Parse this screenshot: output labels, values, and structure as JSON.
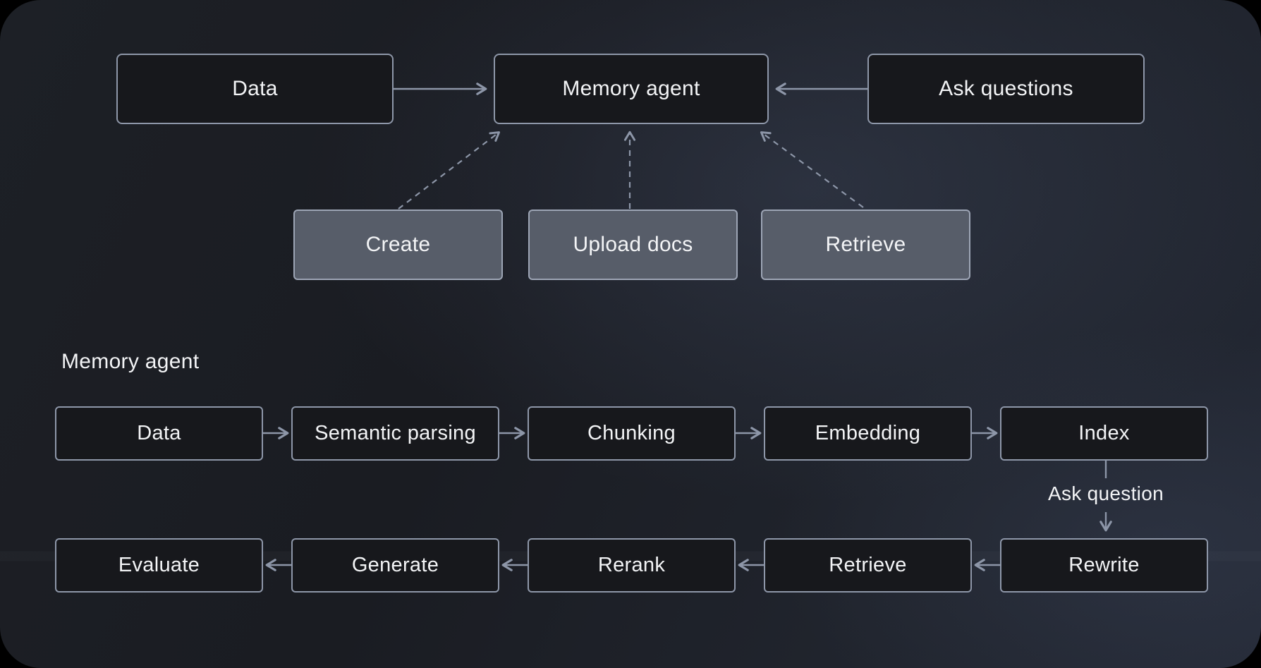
{
  "colors": {
    "background": "#000000",
    "node_dark_fill": "#17181c",
    "node_dark_border": "#8e97a9",
    "node_gray_fill": "#575d69",
    "node_gray_border": "#9da5b5",
    "connector": "#8d96a8",
    "text": "#f3f4f6"
  },
  "top_flow": {
    "nodes": [
      {
        "id": "data",
        "label": "Data",
        "style": "dark"
      },
      {
        "id": "memory-agent",
        "label": "Memory agent",
        "style": "dark"
      },
      {
        "id": "ask-questions",
        "label": "Ask questions",
        "style": "dark"
      }
    ],
    "actions": [
      {
        "id": "create",
        "label": "Create",
        "style": "gray"
      },
      {
        "id": "upload-docs",
        "label": "Upload docs",
        "style": "gray"
      },
      {
        "id": "retrieve",
        "label": "Retrieve",
        "style": "gray"
      }
    ]
  },
  "pipeline": {
    "section_label": "Memory agent",
    "row1": [
      "Data",
      "Semantic parsing",
      "Chunking",
      "Embedding",
      "Index"
    ],
    "connector_label": "Ask question",
    "row2": [
      "Evaluate",
      "Generate",
      "Rerank",
      "Retrieve",
      "Rewrite"
    ]
  }
}
